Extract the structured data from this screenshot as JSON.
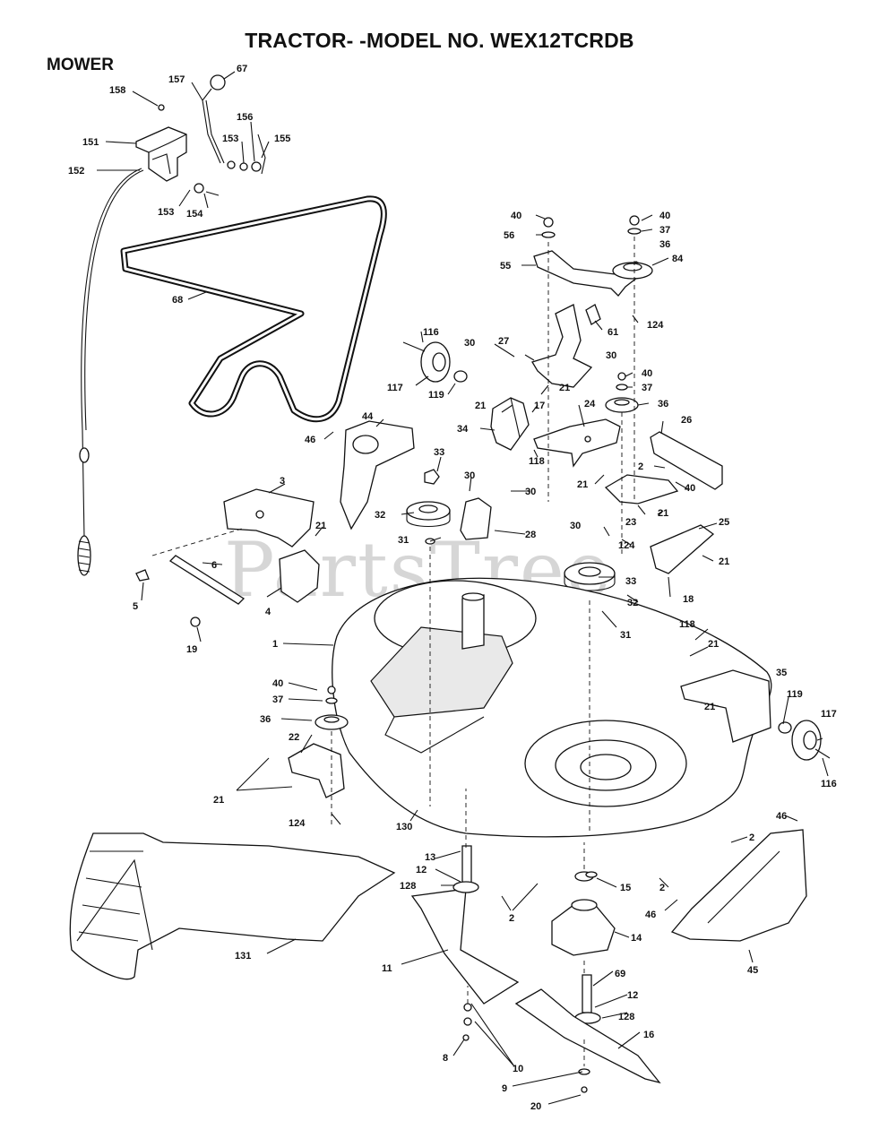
{
  "title": "TRACTOR- -MODEL NO. WEX12TCRDB",
  "section": "MOWER",
  "watermark": "PartsTree",
  "callouts": [
    {
      "id": "c158",
      "text": "158"
    },
    {
      "id": "c157",
      "text": "157"
    },
    {
      "id": "c67",
      "text": "67"
    },
    {
      "id": "c151",
      "text": "151"
    },
    {
      "id": "c156",
      "text": "156"
    },
    {
      "id": "c153a",
      "text": "153"
    },
    {
      "id": "c155",
      "text": "155"
    },
    {
      "id": "c152",
      "text": "152"
    },
    {
      "id": "c153b",
      "text": "153"
    },
    {
      "id": "c154",
      "text": "154"
    },
    {
      "id": "c68",
      "text": "68"
    },
    {
      "id": "c40a",
      "text": "40"
    },
    {
      "id": "c56",
      "text": "56"
    },
    {
      "id": "c40b",
      "text": "40"
    },
    {
      "id": "c37a",
      "text": "37"
    },
    {
      "id": "c36a",
      "text": "36"
    },
    {
      "id": "c84",
      "text": "84"
    },
    {
      "id": "c55",
      "text": "55"
    },
    {
      "id": "c124a",
      "text": "124"
    },
    {
      "id": "c61",
      "text": "61"
    },
    {
      "id": "c116a",
      "text": "116"
    },
    {
      "id": "c30a",
      "text": "30"
    },
    {
      "id": "c27",
      "text": "27"
    },
    {
      "id": "c30b",
      "text": "30"
    },
    {
      "id": "c40c",
      "text": "40"
    },
    {
      "id": "c117a",
      "text": "117"
    },
    {
      "id": "c119a",
      "text": "119"
    },
    {
      "id": "c37b",
      "text": "37"
    },
    {
      "id": "c21a",
      "text": "21"
    },
    {
      "id": "c17",
      "text": "17"
    },
    {
      "id": "c21b",
      "text": "21"
    },
    {
      "id": "c36b",
      "text": "36"
    },
    {
      "id": "c46a",
      "text": "46"
    },
    {
      "id": "c44",
      "text": "44"
    },
    {
      "id": "c34",
      "text": "34"
    },
    {
      "id": "c24",
      "text": "24"
    },
    {
      "id": "c26",
      "text": "26"
    },
    {
      "id": "c118a",
      "text": "118"
    },
    {
      "id": "c33a",
      "text": "33"
    },
    {
      "id": "c2a",
      "text": "2"
    },
    {
      "id": "c21c",
      "text": "21"
    },
    {
      "id": "c40d",
      "text": "40"
    },
    {
      "id": "c3",
      "text": "3"
    },
    {
      "id": "c30c",
      "text": "30"
    },
    {
      "id": "c30d",
      "text": "30"
    },
    {
      "id": "c32a",
      "text": "32"
    },
    {
      "id": "c21d",
      "text": "21"
    },
    {
      "id": "c23",
      "text": "23"
    },
    {
      "id": "c21e",
      "text": "21"
    },
    {
      "id": "c31a",
      "text": "31"
    },
    {
      "id": "c28",
      "text": "28"
    },
    {
      "id": "c30e",
      "text": "30"
    },
    {
      "id": "c25",
      "text": "25"
    },
    {
      "id": "c124b",
      "text": "124"
    },
    {
      "id": "c6",
      "text": "6"
    },
    {
      "id": "c21f",
      "text": "21"
    },
    {
      "id": "c33b",
      "text": "33"
    },
    {
      "id": "c5",
      "text": "5"
    },
    {
      "id": "c4",
      "text": "4"
    },
    {
      "id": "c32b",
      "text": "32"
    },
    {
      "id": "c18",
      "text": "18"
    },
    {
      "id": "c19",
      "text": "19"
    },
    {
      "id": "c31b",
      "text": "31"
    },
    {
      "id": "c118b",
      "text": "118"
    },
    {
      "id": "c1",
      "text": "1"
    },
    {
      "id": "c21g",
      "text": "21"
    },
    {
      "id": "c40e",
      "text": "40"
    },
    {
      "id": "c35",
      "text": "35"
    },
    {
      "id": "c37c",
      "text": "37"
    },
    {
      "id": "c36c",
      "text": "36"
    },
    {
      "id": "c21h",
      "text": "21"
    },
    {
      "id": "c119b",
      "text": "119"
    },
    {
      "id": "c117b",
      "text": "117"
    },
    {
      "id": "c22",
      "text": "22"
    },
    {
      "id": "c116b",
      "text": "116"
    },
    {
      "id": "c21i",
      "text": "21"
    },
    {
      "id": "c124c",
      "text": "124"
    },
    {
      "id": "c130",
      "text": "130"
    },
    {
      "id": "c46b",
      "text": "46"
    },
    {
      "id": "c2b",
      "text": "2"
    },
    {
      "id": "c13",
      "text": "13"
    },
    {
      "id": "c12a",
      "text": "12"
    },
    {
      "id": "c15",
      "text": "15"
    },
    {
      "id": "c2c",
      "text": "2"
    },
    {
      "id": "c128a",
      "text": "128"
    },
    {
      "id": "c2d",
      "text": "2"
    },
    {
      "id": "c46c",
      "text": "46"
    },
    {
      "id": "c14",
      "text": "14"
    },
    {
      "id": "c131",
      "text": "131"
    },
    {
      "id": "c45",
      "text": "45"
    },
    {
      "id": "c11",
      "text": "11"
    },
    {
      "id": "c69",
      "text": "69"
    },
    {
      "id": "c12b",
      "text": "12"
    },
    {
      "id": "c128b",
      "text": "128"
    },
    {
      "id": "c16",
      "text": "16"
    },
    {
      "id": "c8",
      "text": "8"
    },
    {
      "id": "c10",
      "text": "10"
    },
    {
      "id": "c9",
      "text": "9"
    },
    {
      "id": "c20",
      "text": "20"
    }
  ]
}
